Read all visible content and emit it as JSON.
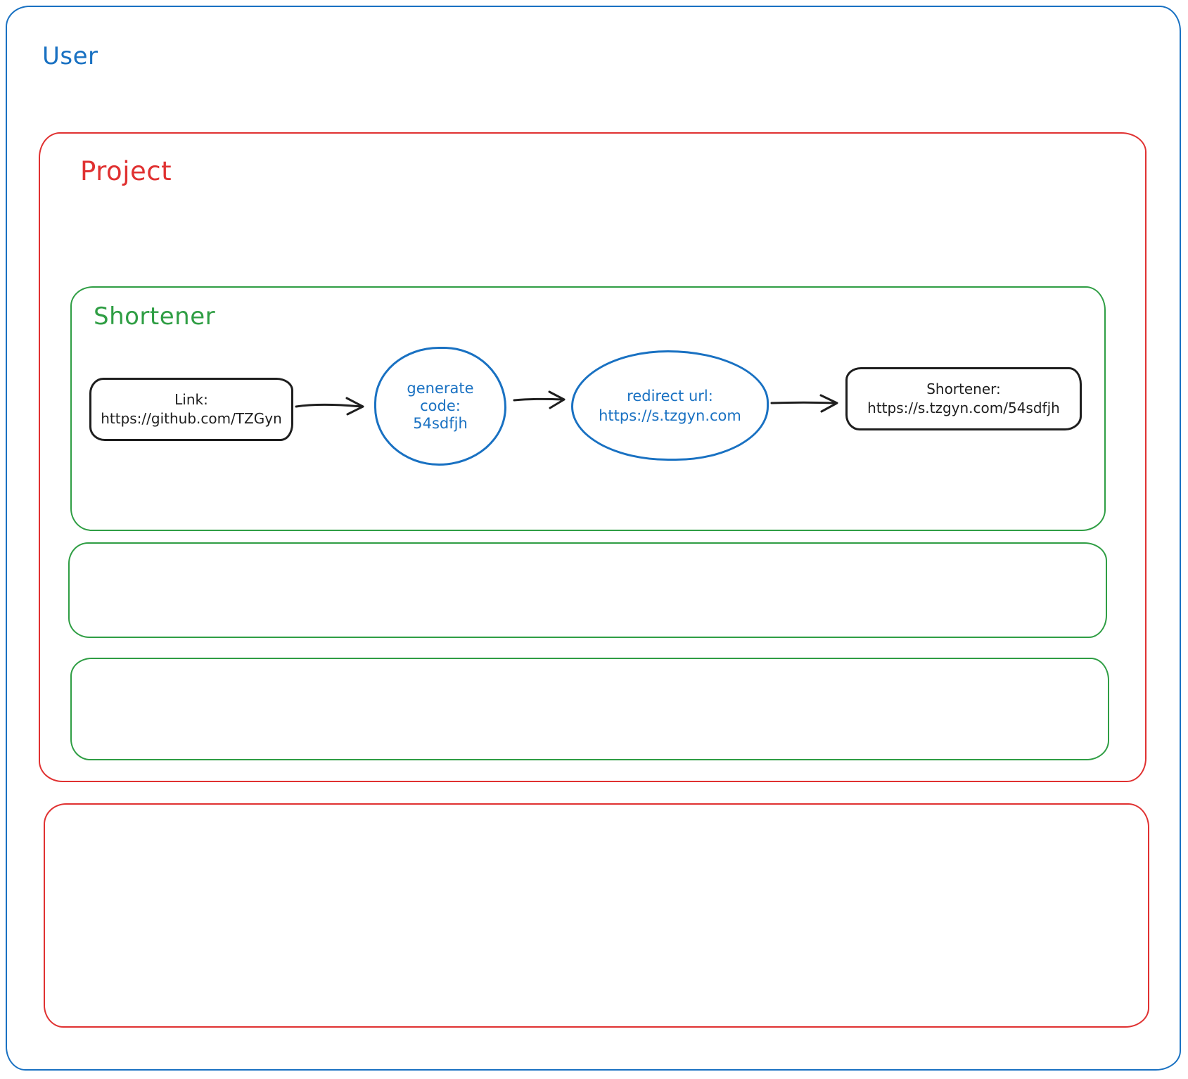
{
  "diagram": {
    "user": {
      "label": "User"
    },
    "project": {
      "label": "Project"
    },
    "shortener": {
      "label": "Shortener"
    },
    "flow": {
      "link_node": {
        "title": "Link:",
        "url": "https://github.com/TZGyn"
      },
      "generate_node": {
        "line1": "generate",
        "line2": "code:",
        "line3": "54sdfjh"
      },
      "redirect_node": {
        "line1": "redirect url:",
        "line2": "https://s.tzgyn.com"
      },
      "result_node": {
        "title": "Shortener:",
        "url": "https://s.tzgyn.com/54sdfjh"
      }
    },
    "colors": {
      "user_blue": "#1971c2",
      "project_red": "#e03131",
      "shortener_green": "#2f9e44",
      "node_black": "#1e1e1e"
    }
  }
}
